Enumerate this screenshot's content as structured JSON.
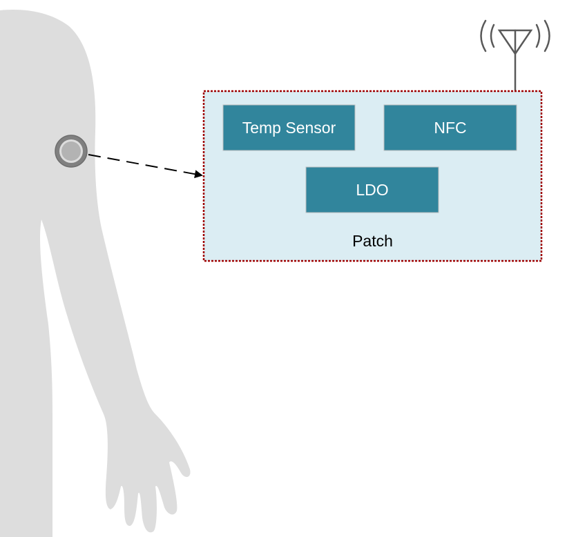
{
  "colors": {
    "body_silhouette": "#dddddd",
    "patch_fill": "#dbedf3",
    "patch_border": "#a00000",
    "block_fill": "#31859c",
    "block_border": "#bfbfbf",
    "block_text": "#ffffff",
    "sensor_ring": "#808080",
    "antenna": "#595959",
    "arrow": "#000000"
  },
  "icons": {
    "body": "human-silhouette-icon",
    "sensor": "sensor-dot-icon",
    "antenna": "antenna-icon"
  },
  "patch": {
    "label": "Patch",
    "blocks": {
      "temp_sensor": "Temp Sensor",
      "nfc": "NFC",
      "ldo": "LDO"
    }
  }
}
